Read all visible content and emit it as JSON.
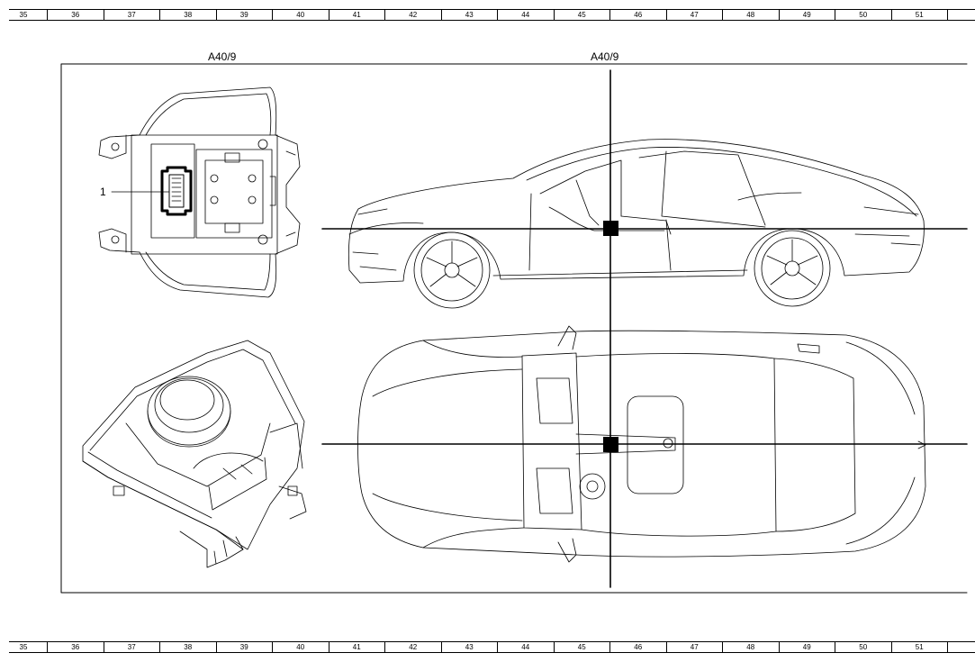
{
  "ruler": {
    "columns": [
      "35",
      "36",
      "37",
      "38",
      "39",
      "40",
      "41",
      "42",
      "43",
      "44",
      "45",
      "46",
      "47",
      "48",
      "49",
      "50",
      "51"
    ]
  },
  "labels": {
    "component_left": "A40/9",
    "component_right": "A40/9",
    "callout_1": "1"
  },
  "colors": {
    "line": "#000000",
    "background": "#ffffff"
  }
}
